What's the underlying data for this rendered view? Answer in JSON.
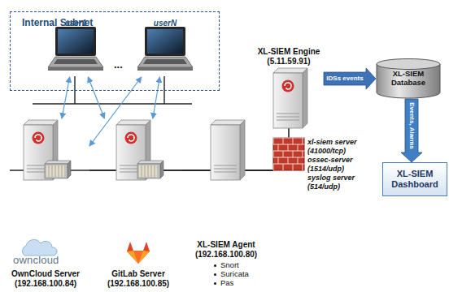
{
  "diagram": {
    "nodes": [
      {
        "text": [
          "Internal Subnet"
        ]
      },
      {
        "text": [
          "user1"
        ],
        "in": 0
      },
      {
        "text": [
          "userN"
        ],
        "in": 0
      },
      {
        "text": [
          "XL-SIEM Engine (5.11.59.91)"
        ]
      },
      {
        "text": [
          "XL-SIEM Database"
        ]
      },
      {
        "text": [
          "XL-SIEM Dashboard"
        ]
      },
      {
        "text": [
          "xl-siem server (41000/tcp)",
          "ossec-server (1514/udp)",
          "syslog server (514/udp)"
        ]
      },
      {
        "text": [
          "OwnCloud Server (192.168.100.84)"
        ]
      },
      {
        "text": [
          "GitLab Server (192.168.100.85)"
        ]
      },
      {
        "text": [
          "XL-SIEM Agent (192.168.100.80)"
        ]
      }
    ],
    "edges": [
      {
        "from": 3,
        "to": 4,
        "label": "IDSs events",
        "arrow": "to"
      },
      {
        "from": 4,
        "to": 5,
        "label": "Events, Alarms",
        "arrow": "to"
      },
      {
        "from": 3,
        "to": 6,
        "arrow": "none"
      },
      {
        "from": 1,
        "to": 7,
        "arrow": "both"
      },
      {
        "from": 1,
        "to": 8,
        "arrow": "both"
      },
      {
        "from": 2,
        "to": 7,
        "arrow": "both"
      },
      {
        "from": 2,
        "to": 8,
        "arrow": "both"
      },
      {
        "from": 7,
        "to": 6,
        "arrow": "none"
      },
      {
        "from": 8,
        "to": 6,
        "arrow": "none"
      },
      {
        "from": 9,
        "to": 6,
        "arrow": "none"
      }
    ],
    "labels": [
      "...",
      "owncloud",
      "Snort",
      "Suricata",
      "Pas"
    ]
  }
}
